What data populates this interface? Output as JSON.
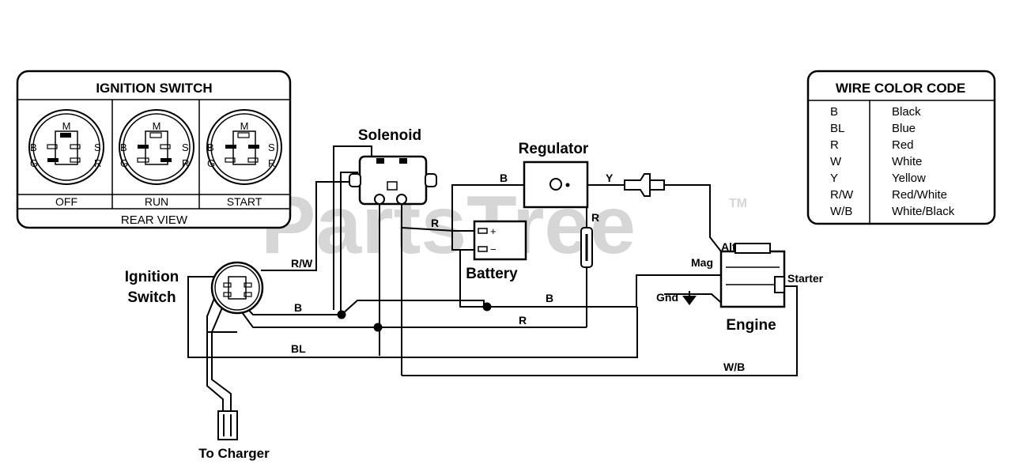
{
  "watermark": {
    "text": "PartsTree",
    "tm": "TM"
  },
  "ignition_switch_panel": {
    "title": "IGNITION SWITCH",
    "footer": "REAR VIEW",
    "positions": [
      {
        "label": "OFF",
        "terminals": {
          "m": "M",
          "b": "B",
          "s": "S",
          "g": "G",
          "r": "R"
        }
      },
      {
        "label": "RUN",
        "terminals": {
          "m": "M",
          "b": "B",
          "s": "S",
          "g": "G",
          "r": "R"
        }
      },
      {
        "label": "START",
        "terminals": {
          "m": "M",
          "b": "B",
          "s": "S",
          "g": "G",
          "r": "R"
        }
      }
    ]
  },
  "wire_color_code": {
    "title": "WIRE COLOR CODE",
    "rows": [
      {
        "code": "B",
        "color": "Black"
      },
      {
        "code": "BL",
        "color": "Blue"
      },
      {
        "code": "R",
        "color": "Red"
      },
      {
        "code": "W",
        "color": "White"
      },
      {
        "code": "Y",
        "color": "Yellow"
      },
      {
        "code": "R/W",
        "color": "Red/White"
      },
      {
        "code": "W/B",
        "color": "White/Black"
      }
    ]
  },
  "components": {
    "solenoid": "Solenoid",
    "regulator": "Regulator",
    "battery": "Battery",
    "ignition_line1": "Ignition",
    "ignition_line2": "Switch",
    "engine": "Engine",
    "starter": "Starter",
    "alt": "Alt",
    "mag": "Mag",
    "gnd": "Gnd",
    "charger": "To Charger",
    "battery_plus": "+",
    "battery_minus": "−"
  },
  "wire_labels": {
    "b_regulator": "B",
    "y_regulator": "Y",
    "r_regulator": "R",
    "r_solenoid": "R",
    "rw": "R/W",
    "b_main": "B",
    "b_battery": "B",
    "r_main": "R",
    "bl": "BL",
    "wb": "W/B"
  },
  "colors": {
    "line": "#000000",
    "watermark": "#d6d6d6",
    "background": "#ffffff"
  }
}
